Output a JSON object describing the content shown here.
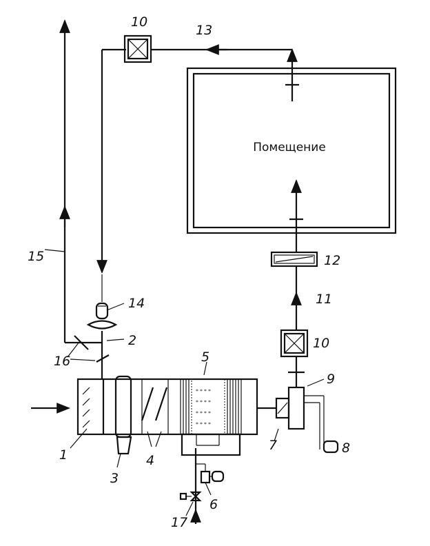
{
  "room": {
    "label": "Помещение"
  },
  "labels": {
    "n1": "1",
    "n2": "2",
    "n3": "3",
    "n4": "4",
    "n5": "5",
    "n6": "6",
    "n7": "7",
    "n8": "8",
    "n9": "9",
    "n10a": "10",
    "n10b": "10",
    "n11": "11",
    "n12": "12",
    "n13": "13",
    "n14": "14",
    "n15": "15",
    "n16": "16",
    "n17": "17"
  }
}
